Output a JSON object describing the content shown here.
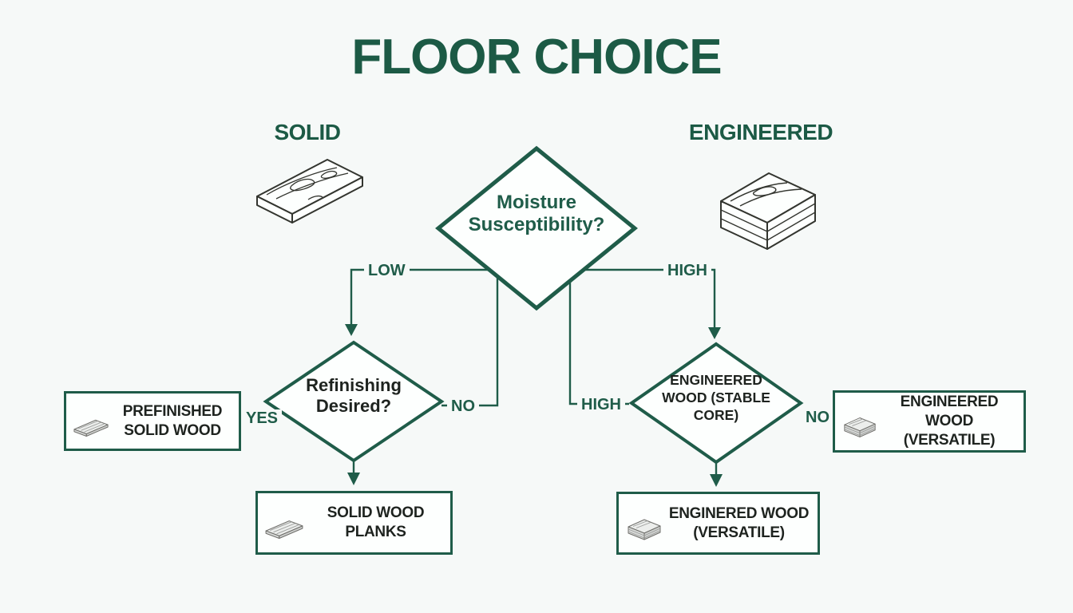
{
  "title": "FLOOR CHOICE",
  "colors": {
    "accent_green": "#1f5c49",
    "title_green": "#1c5a45",
    "text_dark": "#1e231f",
    "background": "#f6f9f8",
    "icon_gray": "#e6e6e4"
  },
  "categories": {
    "solid": {
      "label": "SOLID",
      "icon": "solid-plank-illustration"
    },
    "engineered": {
      "label": "ENGINEERED",
      "icon": "engineered-stack-illustration"
    }
  },
  "flowchart": {
    "root_question": "Moisture Susceptibility?",
    "left_question": "Refinishing Desired?",
    "right_decision": "ENGINEERED WOOD (STABLE CORE)",
    "branch_labels": {
      "low": "LOW",
      "high_top": "HIGH",
      "high_mid": "HIGH",
      "yes": "YES",
      "no_left": "NO",
      "no_right": "NO"
    },
    "outcomes": {
      "prefinished": "PREFINISHED SOLID WOOD",
      "solid_planks": "SOLID WOOD PLANKS",
      "engineered_right": "ENGINEERED WOOD (VERSATILE)",
      "engineered_bottom": "ENGINERED WOOD (VERSATILE)"
    }
  },
  "icons": {
    "box1": "wood-plank-icon",
    "box2": "wood-plank-icon",
    "box3": "wood-stack-icon",
    "box4": "wood-stack-icon"
  }
}
